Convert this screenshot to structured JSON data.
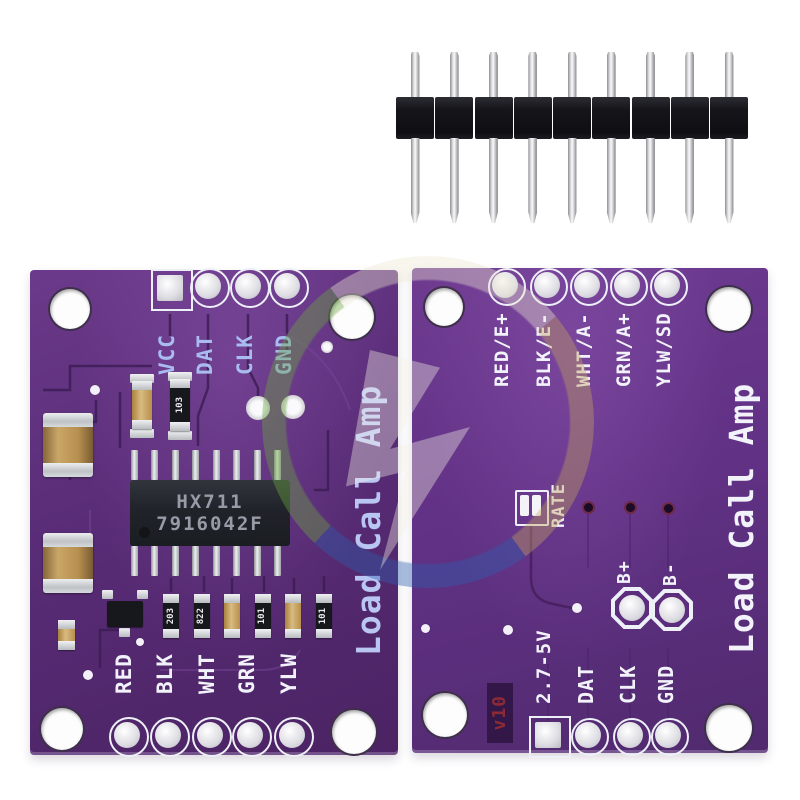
{
  "photo": {
    "description": "HX711 load cell amplifier breakout module, front and back views, with a 9-pin male header strip",
    "background_color": "#ffffff"
  },
  "header_strip": {
    "pin_count": "9",
    "plastic_color": "#17171c",
    "pin_color": "#c9c9cd"
  },
  "front_board": {
    "pcb_color": "#592c77",
    "silk_blue": "#a9bcf0",
    "silk_white": "#f1f2fa",
    "side_label": "Load Call Amp",
    "top_pads": [
      "VCC",
      "DAT",
      "CLK",
      "GND"
    ],
    "bottom_pads": [
      "RED",
      "BLK",
      "WHT",
      "GRN",
      "YLW"
    ],
    "ic": {
      "line1": "HX711",
      "line2": "7916042F"
    },
    "markings": {
      "top_resistor": "103",
      "row": [
        "203",
        "822",
        "101",
        "101"
      ]
    }
  },
  "back_board": {
    "pcb_color": "#613185",
    "side_label": "Load Call Amp",
    "top_pads": [
      "RED/E+",
      "BLK/E-",
      "WHT/A-",
      "GRN/A+",
      "YLW/SD"
    ],
    "bottom_pads": [
      "2.7-5V",
      "DAT",
      "CLK",
      "GND"
    ],
    "jumper_label": "RATE",
    "battery_pads": [
      "B+",
      "B-"
    ],
    "version": "v10"
  },
  "watermark": {
    "green": "#6aa83e",
    "blue": "#2d5fae",
    "tan": "#c2a35e",
    "cream": "#ece7d2"
  }
}
